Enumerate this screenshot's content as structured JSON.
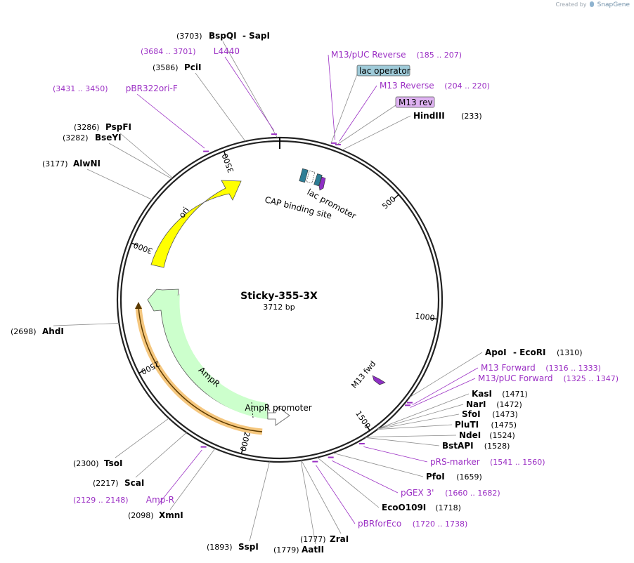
{
  "credit": {
    "text": "Created by",
    "brand": "SnapGene"
  },
  "plasmid": {
    "name": "Sticky-355-3X",
    "size_label": "3712 bp",
    "length": 3712
  },
  "ticks": [
    "500",
    "1000",
    "1500",
    "2000",
    "2500",
    "3000",
    "3500"
  ],
  "sites": [
    {
      "name": "BspQI",
      "name2": "SapI",
      "pos_label": "(3703)"
    },
    {
      "name": "PciI",
      "pos_label": "(3586)"
    },
    {
      "name": "PspFI",
      "pos_label": "(3286)"
    },
    {
      "name": "BseYI",
      "pos_label": "(3282)"
    },
    {
      "name": "AlwNI",
      "pos_label": "(3177)"
    },
    {
      "name": "AhdI",
      "pos_label": "(2698)"
    },
    {
      "name": "TsoI",
      "pos_label": "(2300)"
    },
    {
      "name": "ScaI",
      "pos_label": "(2217)"
    },
    {
      "name": "XmnI",
      "pos_label": "(2098)"
    },
    {
      "name": "SspI",
      "pos_label": "(1893)"
    },
    {
      "name": "AatII",
      "pos_label": "(1779)"
    },
    {
      "name": "ZraI",
      "pos_label": "(1777)"
    },
    {
      "name": "EcoO109I",
      "pos_label": "(1718)"
    },
    {
      "name": "PfoI",
      "pos_label": "(1659)"
    },
    {
      "name": "BstAPI",
      "pos_label": "(1528)"
    },
    {
      "name": "NdeI",
      "pos_label": "(1524)"
    },
    {
      "name": "PluTI",
      "pos_label": "(1475)"
    },
    {
      "name": "SfoI",
      "pos_label": "(1473)"
    },
    {
      "name": "NarI",
      "pos_label": "(1472)"
    },
    {
      "name": "KasI",
      "pos_label": "(1471)"
    },
    {
      "name": "ApoI",
      "name2": "EcoRI",
      "pos_label": "(1310)"
    },
    {
      "name": "HindIII",
      "pos_label": "(233)"
    }
  ],
  "primers": [
    {
      "name": "L4440",
      "range": "(3684 .. 3701)"
    },
    {
      "name": "pBR322ori-F",
      "range": "(3431 .. 3450)"
    },
    {
      "name": "M13/pUC Reverse",
      "range": "(185 .. 207)"
    },
    {
      "name": "M13 Reverse",
      "range": "(204 .. 220)"
    },
    {
      "name": "M13 Forward",
      "range": "(1316 .. 1333)"
    },
    {
      "name": "M13/pUC Forward",
      "range": "(1325 .. 1347)"
    },
    {
      "name": "pRS-marker",
      "range": "(1541 .. 1560)"
    },
    {
      "name": "pGEX 3'",
      "range": "(1660 .. 1682)"
    },
    {
      "name": "pBRforEco",
      "range": "(1720 .. 1738)"
    },
    {
      "name": "Amp-R",
      "range": "(2129 .. 2148)"
    }
  ],
  "boxed_labels": {
    "lac_operator": "lac operator",
    "m13_rev": "M13 rev"
  },
  "features": {
    "ori": "ori",
    "ampr": "AmpR",
    "ampr_promoter": "AmpR promoter",
    "lac_promoter": "lac promoter",
    "cap_site": "CAP binding site",
    "m13_fwd": "M13 fwd"
  },
  "colors": {
    "ori": "#ffff00",
    "ampr": "#ccffcc",
    "primer": "#9b2fc4",
    "lac_operator_box": "#9fcbd9",
    "m13_rev_box": "#dfb3f2",
    "amp_primer_band": "#f5c77e"
  }
}
